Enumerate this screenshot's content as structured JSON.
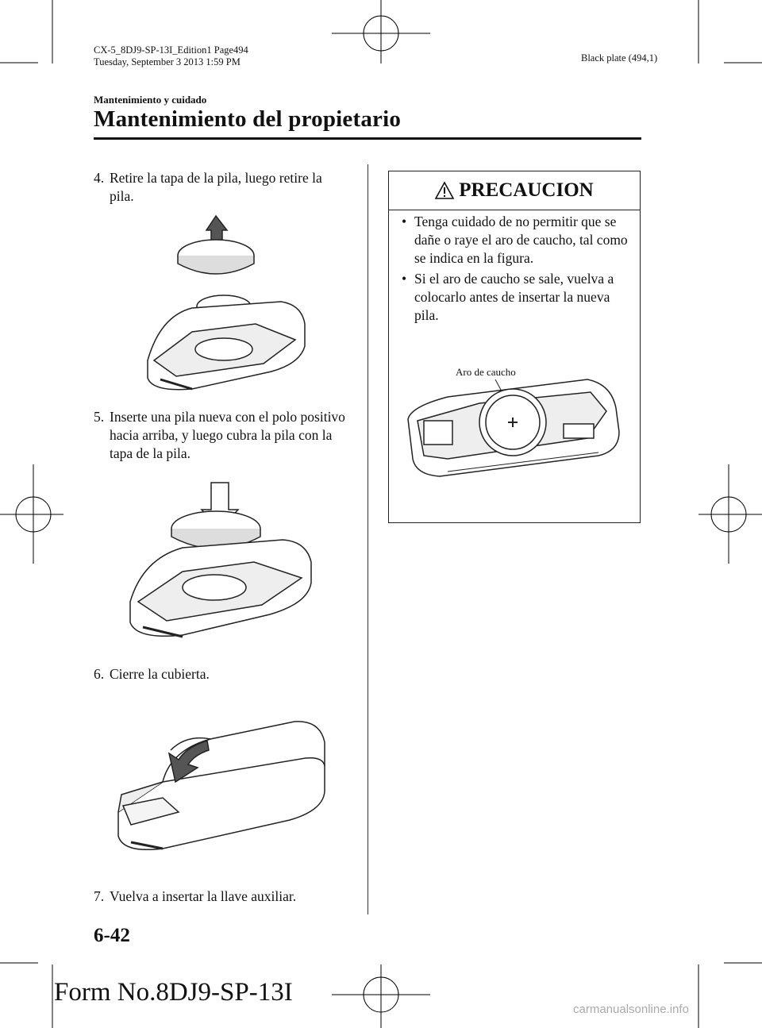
{
  "print_info": {
    "line1": "CX-5_8DJ9-SP-13I_Edition1 Page494",
    "line2": "Tuesday, September 3 2013 1:59 PM"
  },
  "plate": "Black plate (494,1)",
  "header": {
    "section": "Mantenimiento y cuidado",
    "title": "Mantenimiento del propietario"
  },
  "steps": [
    {
      "num": "4.",
      "text": "Retire la tapa de la pila, luego retire la pila."
    },
    {
      "num": "5.",
      "text": "Inserte una pila nueva con el polo positivo hacia arriba, y luego cubra la pila con la tapa de la pila."
    },
    {
      "num": "6.",
      "text": "Cierre la cubierta."
    },
    {
      "num": "7.",
      "text": "Vuelva a insertar la llave auxiliar."
    }
  ],
  "caution": {
    "title": "PRECAUCION",
    "bullets": [
      "Tenga cuidado de no permitir que se dañe o raye el aro de caucho, tal como se indica en la figura.",
      "Si el aro de caucho se sale, vuelva a colocarlo antes de insertar la nueva pila."
    ],
    "figure_label": "Aro de caucho"
  },
  "footer": {
    "page_number": "6-42",
    "form_number": "Form No.8DJ9-SP-13I",
    "watermark": "carmanualsonline.info"
  }
}
